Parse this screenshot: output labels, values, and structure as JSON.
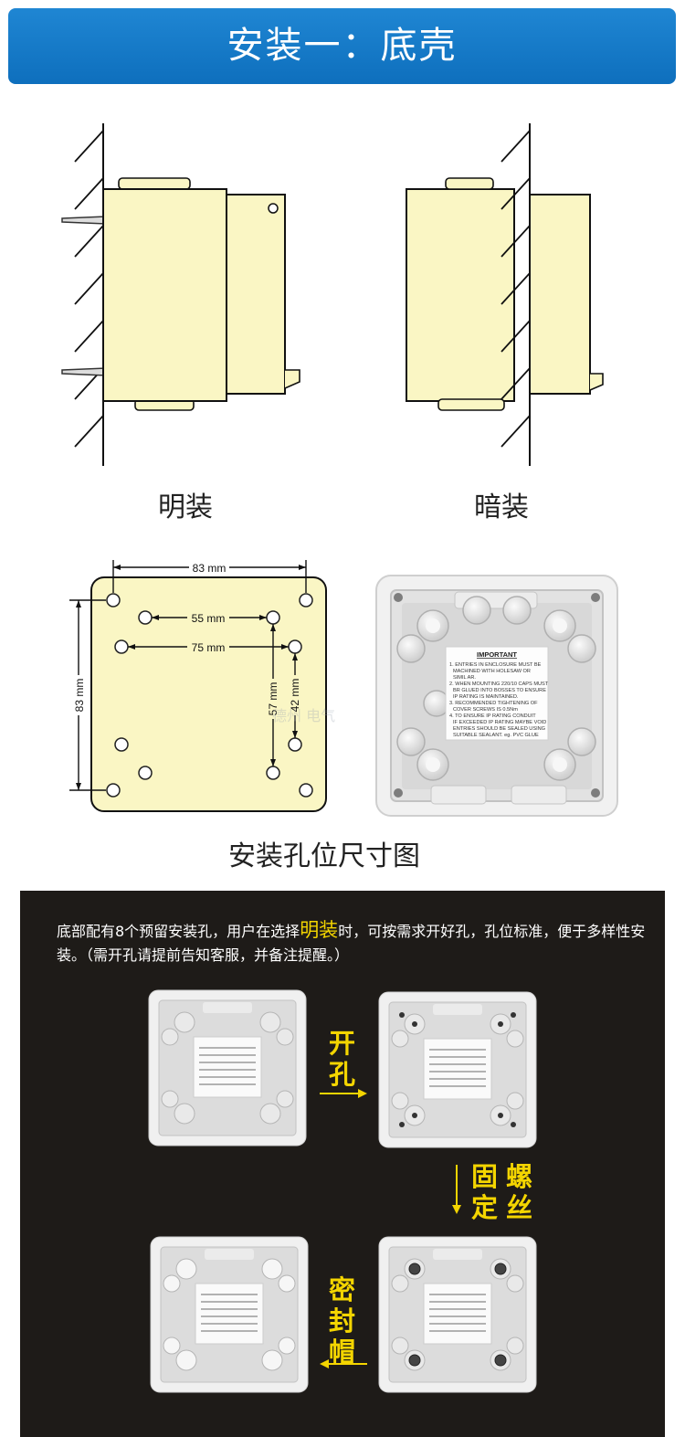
{
  "header": {
    "title": "安装一：底壳"
  },
  "install_types": {
    "surface": "明装",
    "flush": "暗装"
  },
  "drawing": {
    "width_label": "83 mm",
    "height_label": "83 mm",
    "inner_label_1": "55 mm",
    "inner_label_2": "75 mm",
    "vertical_label_1": "57 mm",
    "vertical_label_2": "42 mm",
    "caption": "安装孔位尺寸图"
  },
  "label_card": {
    "heading": "IMPORTANT",
    "lines": [
      "1. ENTRIES IN ENCLOSURE MUST BE",
      "MACHINED WITH HOLESAW OR",
      "SIMIL AR.",
      "2. WHEN MOUNTING 220/10 CAPS MUST",
      "BR GLUED INTO BOSSES TO ENSURE",
      "IP RATING IS MAINTAINED.",
      "3. RECOMMENDED TIGHTENING OF",
      "COVER SCREWS IS 0.5Nm",
      "4. TO ENSURE IP RATING CONDUIT",
      "IF EXCEEDED IP RATING MAYBE VOID",
      "ENTRIES SHOULD BE SEALED USING",
      "SUITABLE SEALANT. eg. PVC GLUE"
    ]
  },
  "watermark": "德州 电气",
  "instructions": {
    "text_part1": "底部配有8个预留安装孔，用户在选择",
    "highlight": "明装",
    "text_part2": "时，可按需求开好孔，孔位标准，便于多样性安装。（需开孔请提前告知客服，并备注提醒。）"
  },
  "steps": {
    "drill": [
      "开",
      "孔"
    ],
    "screw_a": [
      "固",
      "定"
    ],
    "screw_b": [
      "螺",
      "丝"
    ],
    "cap": [
      "密",
      "封",
      "帽"
    ]
  },
  "colors": {
    "banner": "#1478c8",
    "box_fill": "#faf6c4",
    "highlight": "#f4d500",
    "panel": "#1e1b18"
  }
}
